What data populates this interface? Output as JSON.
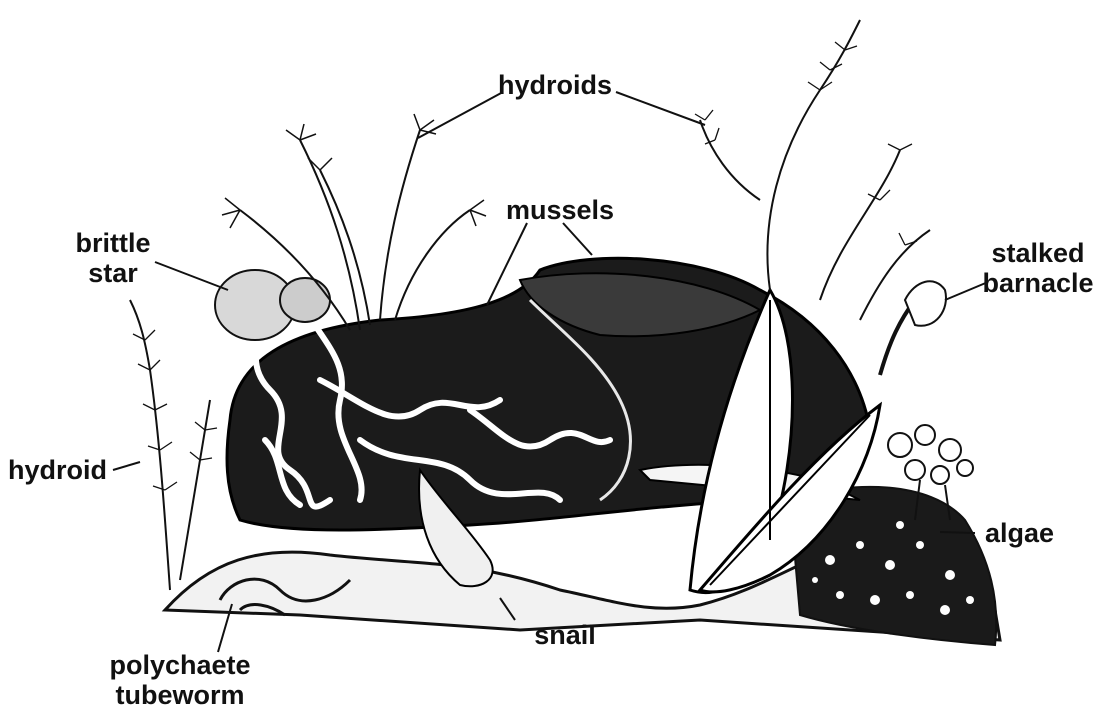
{
  "labels": {
    "hydroids": "hydroids",
    "mussels": "mussels",
    "brittle_star_line1": "brittle",
    "brittle_star_line2": "star",
    "stalked_barnacle_line1": "stalked",
    "stalked_barnacle_line2": "barnacle",
    "hydroid": "hydroid",
    "algae": "algae",
    "snail": "snail",
    "polychaete_line1": "polychaete",
    "polychaete_line2": "tubeworm"
  },
  "colors": {
    "ink": "#111111",
    "paper": "#ffffff"
  }
}
